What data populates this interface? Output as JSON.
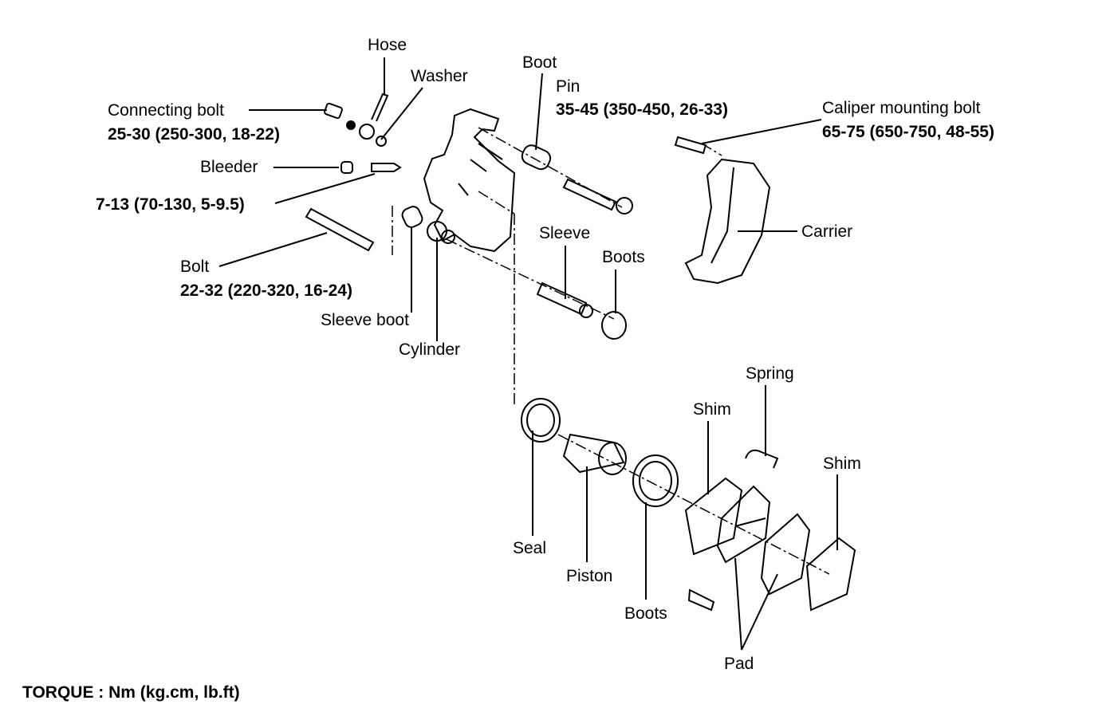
{
  "labels": {
    "hose": "Hose",
    "washer": "Washer",
    "connecting_bolt": "Connecting bolt",
    "connecting_bolt_torque": "25-30 (250-300, 18-22)",
    "bleeder": "Bleeder",
    "bleeder_torque": "7-13 (70-130, 5-9.5)",
    "bolt": "Bolt",
    "bolt_torque": "22-32 (220-320, 16-24)",
    "sleeve_boot": "Sleeve boot",
    "cylinder": "Cylinder",
    "boot": "Boot",
    "pin": "Pin",
    "pin_torque": "35-45 (350-450, 26-33)",
    "caliper_mounting_bolt": "Caliper mounting bolt",
    "caliper_mounting_bolt_torque": "65-75 (650-750, 48-55)",
    "carrier": "Carrier",
    "sleeve": "Sleeve",
    "boots_upper": "Boots",
    "spring": "Spring",
    "shim_left": "Shim",
    "shim_right": "Shim",
    "seal": "Seal",
    "piston": "Piston",
    "boots_lower": "Boots",
    "pad": "Pad"
  },
  "footer": {
    "torque_units": "TORQUE : Nm (kg.cm, lb.ft)"
  }
}
